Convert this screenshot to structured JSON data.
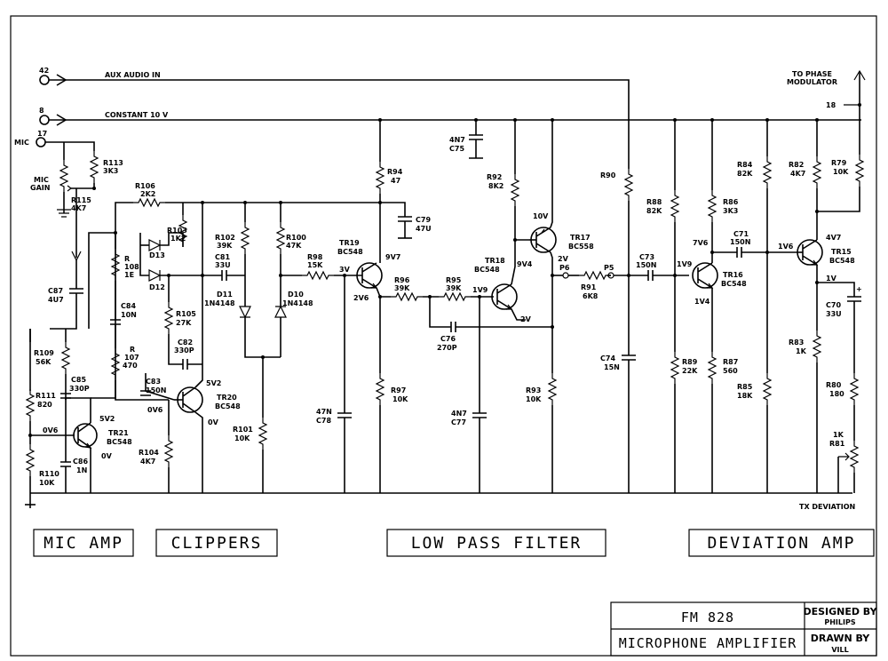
{
  "terminals": {
    "t42": "42",
    "t42_label": "AUX AUDIO IN",
    "t8": "8",
    "t8_label": "CONSTANT 10 V",
    "t17": "17",
    "mic": "MIC",
    "out_label_1": "TO PHASE",
    "out_label_2": "MODULATOR",
    "t18": "18",
    "tx_dev": "TX DEVIATION"
  },
  "components": {
    "r113": [
      "R113",
      "3K3"
    ],
    "r115": [
      "R115",
      "4K7"
    ],
    "mic_gain": [
      "MIC",
      "GAIN"
    ],
    "r106": [
      "R106",
      "2K2"
    ],
    "r108": [
      "R",
      "108",
      "1E"
    ],
    "r103": [
      "R103",
      "1K2"
    ],
    "d13": "D13",
    "d12": "D12",
    "r102": [
      "R102",
      "39K"
    ],
    "c81": [
      "C81",
      "33U"
    ],
    "r100": [
      "R100",
      "47K"
    ],
    "d11": [
      "D11",
      "1N4148"
    ],
    "d10": [
      "D10",
      "1N4148"
    ],
    "r94": [
      "R94",
      "47"
    ],
    "c79": [
      "C79",
      "47U"
    ],
    "r98": [
      "R98",
      "15K"
    ],
    "tr19": [
      "TR19",
      "BC548"
    ],
    "v3v": "3V",
    "v9v7": "9V7",
    "v2v6": "2V6",
    "c87": [
      "C87",
      "4U7"
    ],
    "c84": [
      "C84",
      "10N"
    ],
    "r107": [
      "R",
      "107",
      "470"
    ],
    "r105": [
      "R105",
      "27K"
    ],
    "c82": [
      "C82",
      "330P"
    ],
    "c83": [
      "C83",
      "150N"
    ],
    "v5v2a": "5V2",
    "v0v6a": "0V6",
    "tr20": [
      "TR20",
      "BC548"
    ],
    "v0va": "0V",
    "r101": [
      "R101",
      "10K"
    ],
    "r104": [
      "R104",
      "4K7"
    ],
    "r109": [
      "R109",
      "56K"
    ],
    "c85": [
      "C85",
      "330P"
    ],
    "r111": [
      "R111",
      "820"
    ],
    "v5v2b": "5V2",
    "v0v6b": "0V6",
    "tr21": [
      "TR21",
      "BC548"
    ],
    "v0vb": "0V",
    "c86": [
      "C86",
      "1N"
    ],
    "r110": [
      "R110",
      "10K"
    ],
    "c75": [
      "4N7",
      "C75"
    ],
    "r92": [
      "R92",
      "8K2"
    ],
    "v10v": "10V",
    "tr17": [
      "TR17",
      "BC558"
    ],
    "tr18": [
      "TR18",
      "BC548"
    ],
    "v9v4": "9V4",
    "v2va": "2V",
    "r96": [
      "R96",
      "39K"
    ],
    "r95": [
      "R95",
      "39K"
    ],
    "v1v9a": "1V9",
    "v2vb": "2V",
    "c76": [
      "C76",
      "270P"
    ],
    "c78": [
      "47N",
      "C78"
    ],
    "r97": [
      "R97",
      "10K"
    ],
    "c77": [
      "4N7",
      "C77"
    ],
    "r93": [
      "R93",
      "10K"
    ],
    "r90": "R90",
    "p6": "P6",
    "p5": "P5",
    "r91": [
      "R91",
      "6K8"
    ],
    "c73": [
      "C73",
      "150N"
    ],
    "c74": [
      "C74",
      "15N"
    ],
    "r88": [
      "R88",
      "82K"
    ],
    "r86": [
      "R86",
      "3K3"
    ],
    "v7v6": "7V6",
    "v1v9b": "1V9",
    "tr16": [
      "TR16",
      "BC548"
    ],
    "v1v4": "1V4",
    "r89": [
      "R89",
      "22K"
    ],
    "r87": [
      "R87",
      "560"
    ],
    "r84": [
      "R84",
      "82K"
    ],
    "c71": [
      "C71",
      "150N"
    ],
    "r85": [
      "R85",
      "18K"
    ],
    "r82": [
      "R82",
      "4K7"
    ],
    "v1v6": "1V6",
    "v4v7": "4V7",
    "tr15": [
      "TR15",
      "BC548"
    ],
    "v1v": "1V",
    "r79": [
      "R79",
      "10K"
    ],
    "c70": [
      "C70",
      "33U"
    ],
    "plus": "+",
    "r83": [
      "R83",
      "1K"
    ],
    "r80": [
      "R80",
      "180"
    ],
    "r81": [
      "1K",
      "R81"
    ]
  },
  "sections": {
    "mic_amp": "MIC AMP",
    "clippers": "CLIPPERS",
    "low_pass": "LOW PASS FILTER",
    "deviation": "DEVIATION AMP"
  },
  "title_block": {
    "title": "FM 828",
    "subtitle": "MICROPHONE AMPLIFIER",
    "designed_by": "DESIGNED BY",
    "designer": "PHILIPS",
    "drawn_by": "DRAWN BY",
    "drawer": "VILL"
  }
}
